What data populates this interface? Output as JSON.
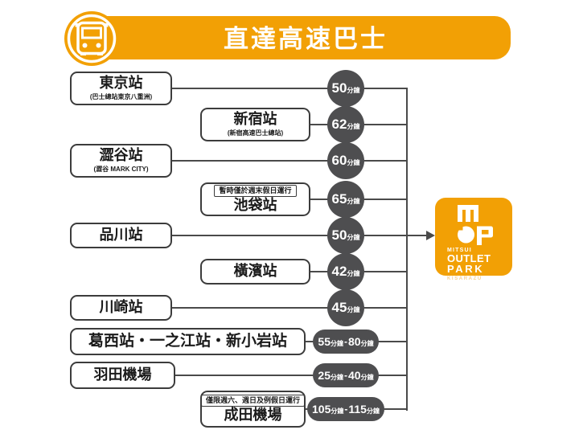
{
  "header": {
    "title": "直達高速巴士",
    "icon": "bus-icon"
  },
  "colors": {
    "orange": "#F2A005",
    "badge_gray": "#4E4E50",
    "line_gray": "#4A4A4A"
  },
  "routes": [
    {
      "station": "東京站",
      "subtitle": "(巴士總站東京八重洲)",
      "time": "50分鐘"
    },
    {
      "station": "新宿站",
      "subtitle": "(新宿高速巴士總站)",
      "time": "62分鐘"
    },
    {
      "station": "澀谷站",
      "subtitle": "(澀谷 MARK CITY)",
      "time": "60分鐘"
    },
    {
      "station": "池袋站",
      "note": "暫時僅於週末假日運行",
      "time": "65分鐘"
    },
    {
      "station": "品川站",
      "time": "50分鐘"
    },
    {
      "station": "橫濱站",
      "time": "42分鐘"
    },
    {
      "station": "川崎站",
      "time": "45分鐘"
    },
    {
      "station": "葛西站・一之江站・新小岩站",
      "time": "55分鐘-80分鐘"
    },
    {
      "station": "羽田機場",
      "time": "25分鐘-40分鐘"
    },
    {
      "station": "成田機場",
      "note": "僅限週六、週日及例假日運行",
      "time": "105分鐘-115分鐘"
    }
  ],
  "destination": {
    "brand_top": "MITSUI",
    "brand_main1": "OUTLET",
    "brand_main2": "PARK",
    "location": "KISARAZU",
    "logo_icon": "mitsui-outlet-park-monogram"
  }
}
